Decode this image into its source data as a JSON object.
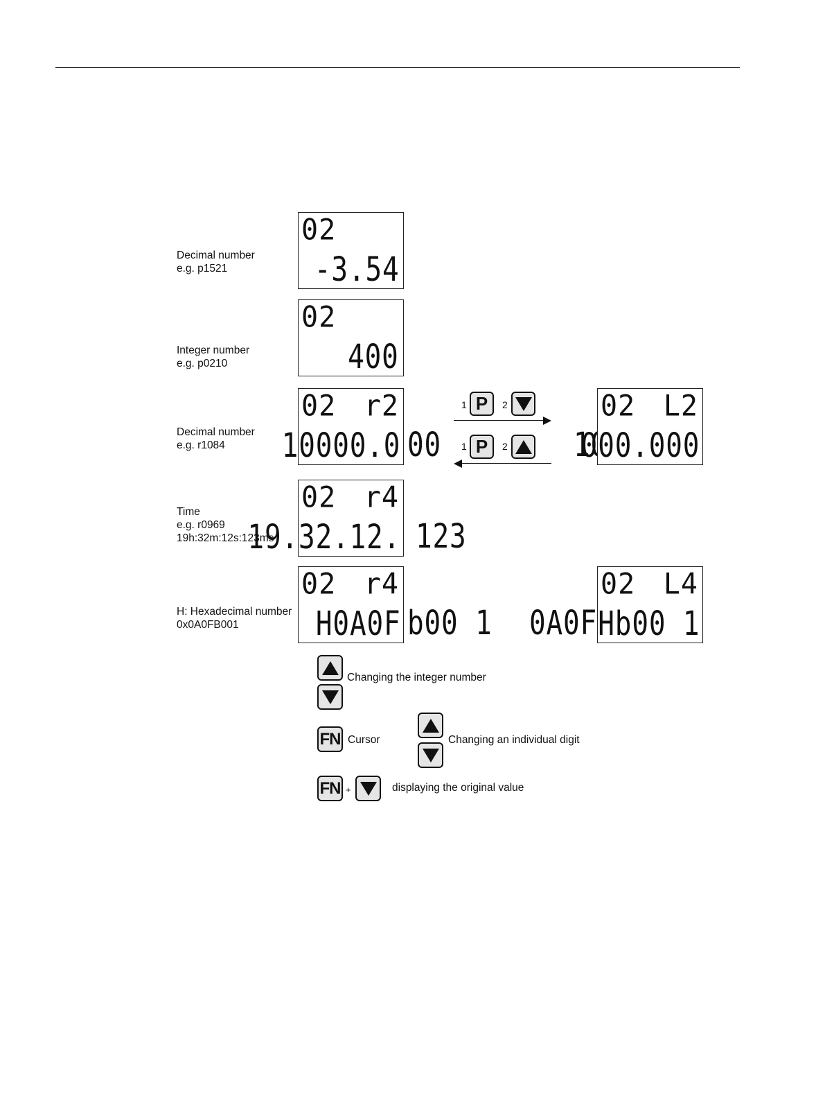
{
  "labels": {
    "row1_line1": "Decimal number",
    "row1_line2": "e.g. p1521",
    "row2_line1": "Integer number",
    "row2_line2": "e.g. p0210",
    "row3_line1": "Decimal number",
    "row3_line2": "e.g. r1084",
    "row4_line1": "Time",
    "row4_line2": "e.g. r0969",
    "row4_line3": "19h:32m:12s:123ms",
    "row5_line1": "H: Hexadecimal number",
    "row5_line2": "0x0A0FB001"
  },
  "displays": {
    "d1": {
      "index": "02",
      "value": "-3.54"
    },
    "d2": {
      "index": "02",
      "value": "400"
    },
    "d3": {
      "index": "02",
      "tag": "r2",
      "value": "10000.0",
      "overflow": "00"
    },
    "d3b": {
      "index": "02",
      "tag": "L2",
      "value": "000.000",
      "overflow": "10"
    },
    "d4": {
      "index": "02",
      "tag": "r4",
      "value": "19.32.12.",
      "overflow": "123"
    },
    "d5": {
      "index": "02",
      "tag": "r4",
      "value": "H0A0F",
      "overflow": "b00 1"
    },
    "d5b": {
      "index": "02",
      "tag": "L4",
      "value": "Hb00 1",
      "overflow": "0A0F"
    }
  },
  "transitions": {
    "forward": {
      "step1": "1",
      "key1": "P",
      "step2": "2",
      "key2": "down"
    },
    "back": {
      "step1": "1",
      "key1": "P",
      "step2": "2",
      "key2": "up"
    }
  },
  "legend": {
    "integer_change": "Changing the integer number",
    "cursor": "Cursor",
    "digit_change": "Changing an individual digit",
    "plus": "+",
    "original_value": "displaying the original value",
    "fn_key": "FN"
  }
}
